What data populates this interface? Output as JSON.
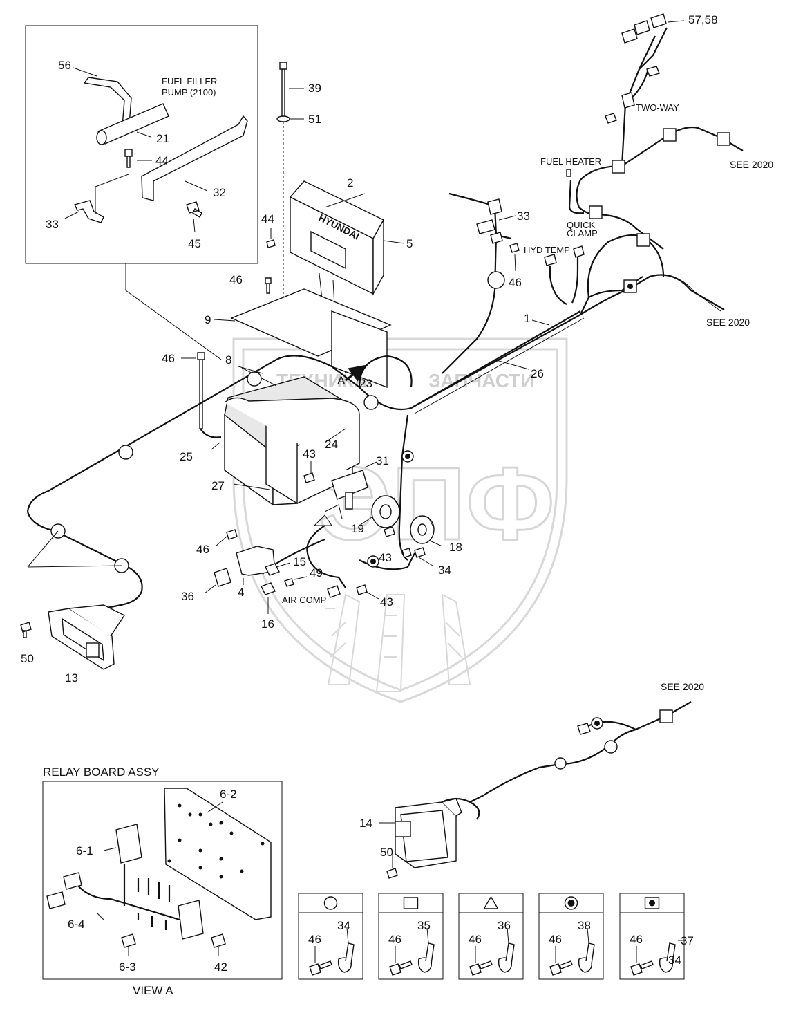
{
  "watermark": {
    "left_word": "ТЕХНИКА",
    "right_word": "ЗАПЧАСТИ",
    "monogram": "ЭПФ"
  },
  "inset_top": {
    "caption_line1": "FUEL FILLER",
    "caption_line2": "PUMP (2100)"
  },
  "relay": {
    "title": "RELAY BOARD ASSY",
    "footer": "VIEW A"
  },
  "callouts": {
    "c56": "56",
    "c21": "21",
    "c44a": "44",
    "c32": "32",
    "c33a": "33",
    "c45": "45",
    "c39": "39",
    "c51": "51",
    "c2": "2",
    "c5": "5",
    "c44b": "44",
    "c33b": "33",
    "c46a": "46",
    "c46b": "46",
    "c9": "9",
    "c46c": "46",
    "c8": "8",
    "c23": "23",
    "c26": "26",
    "c1": "1",
    "c24": "24",
    "c25": "25",
    "c43a": "43",
    "c31": "31",
    "c27": "27",
    "c19": "19",
    "c18": "18",
    "c43b": "43",
    "c34": "34",
    "c46d": "46",
    "c15": "15",
    "c49": "49",
    "c36": "36",
    "c4": "4",
    "c16": "16",
    "c43c": "43",
    "c50a": "50",
    "c13": "13",
    "c14": "14",
    "c50b": "50",
    "c5758": "57,58",
    "cA": "A",
    "r61": "6-1",
    "r62": "6-2",
    "r63": "6-3",
    "r64": "6-4",
    "r42": "42"
  },
  "labels": {
    "two_way": "TWO-WAY",
    "fuel_heater": "FUEL HEATER",
    "see2020a": "SEE 2020",
    "see2020b": "SEE 2020",
    "see2020c": "SEE 2020",
    "quick1": "QUICK",
    "quick2": "CLAMP",
    "hyd_temp": "HYD TEMP",
    "air_comp": "AIR COMP"
  },
  "legend": [
    {
      "symbol": "circle-open",
      "left": "46",
      "right": "34"
    },
    {
      "symbol": "square-open",
      "left": "46",
      "right": "35"
    },
    {
      "symbol": "triangle-open",
      "left": "46",
      "right": "36"
    },
    {
      "symbol": "circle-dot",
      "left": "46",
      "right": "38"
    },
    {
      "symbol": "square-dot",
      "left": "46",
      "right_top": "37",
      "right_bottom": "34"
    }
  ]
}
